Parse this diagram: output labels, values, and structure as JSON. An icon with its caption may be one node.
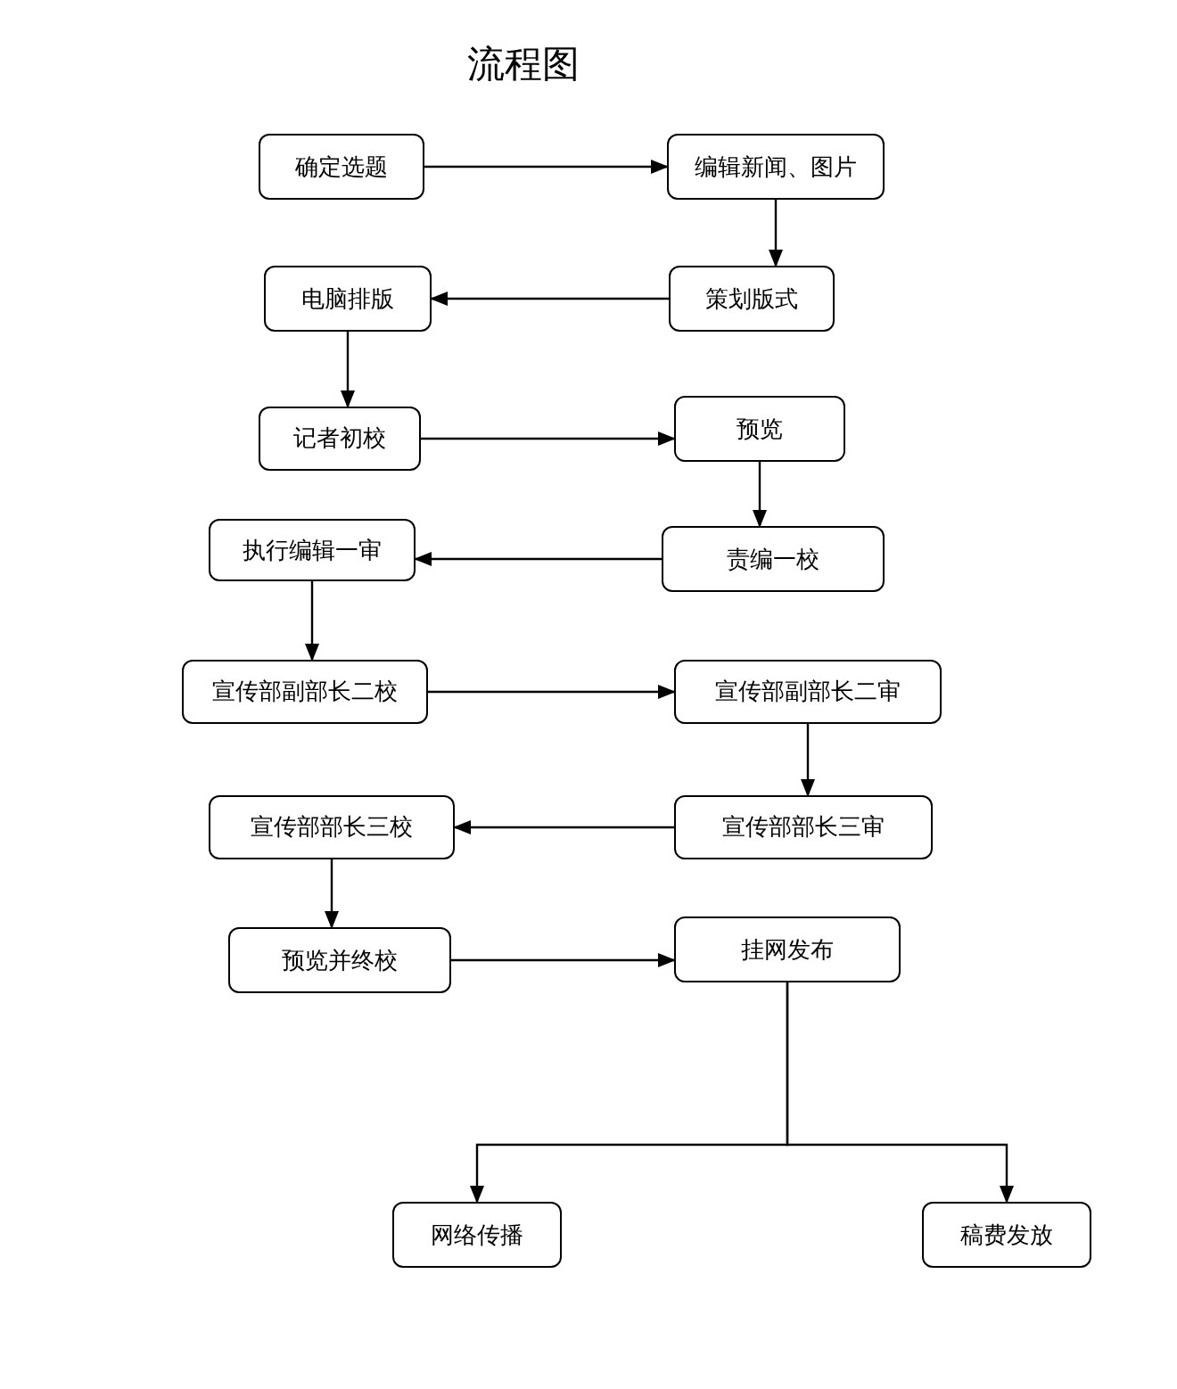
{
  "diagram": {
    "title": "流程图",
    "nodes": [
      {
        "text": [
          "确定选题"
        ]
      },
      {
        "text": [
          "编辑新闻、图片"
        ]
      },
      {
        "text": [
          "策划版式"
        ]
      },
      {
        "text": [
          "电脑排版"
        ]
      },
      {
        "text": [
          "记者初校"
        ]
      },
      {
        "text": [
          "预览"
        ]
      },
      {
        "text": [
          "责编一校"
        ]
      },
      {
        "text": [
          "执行编辑一审"
        ]
      },
      {
        "text": [
          "宣传部副部长二校"
        ]
      },
      {
        "text": [
          "宣传部副部长二审"
        ]
      },
      {
        "text": [
          "宣传部部长三审"
        ]
      },
      {
        "text": [
          "宣传部部长三校"
        ]
      },
      {
        "text": [
          "预览并终校"
        ]
      },
      {
        "text": [
          "挂网发布"
        ]
      },
      {
        "text": [
          "网络传播"
        ]
      },
      {
        "text": [
          "稿费发放"
        ]
      }
    ],
    "edges": [
      {
        "from": 0,
        "to": 1,
        "arrow": "to"
      },
      {
        "from": 1,
        "to": 2,
        "arrow": "to"
      },
      {
        "from": 2,
        "to": 3,
        "arrow": "to"
      },
      {
        "from": 3,
        "to": 4,
        "arrow": "to"
      },
      {
        "from": 4,
        "to": 5,
        "arrow": "to"
      },
      {
        "from": 5,
        "to": 6,
        "arrow": "to"
      },
      {
        "from": 6,
        "to": 7,
        "arrow": "to"
      },
      {
        "from": 7,
        "to": 8,
        "arrow": "to"
      },
      {
        "from": 8,
        "to": 9,
        "arrow": "to"
      },
      {
        "from": 9,
        "to": 10,
        "arrow": "to"
      },
      {
        "from": 10,
        "to": 11,
        "arrow": "to"
      },
      {
        "from": 11,
        "to": 12,
        "arrow": "to"
      },
      {
        "from": 12,
        "to": 13,
        "arrow": "to"
      },
      {
        "from": 13,
        "to": 14,
        "arrow": "to"
      },
      {
        "from": 13,
        "to": 15,
        "arrow": "to"
      }
    ]
  }
}
